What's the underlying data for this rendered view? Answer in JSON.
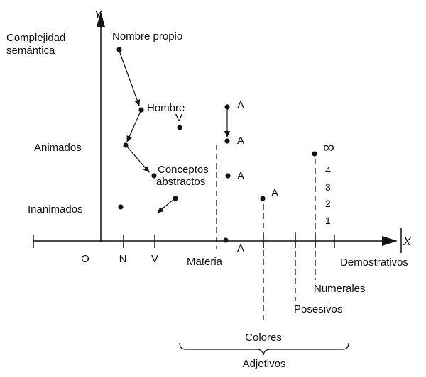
{
  "axes": {
    "y_letter": "Y",
    "x_letter": "X",
    "y_title_line1": "Complejidad",
    "y_title_line2": "semántica",
    "origin": "O"
  },
  "y_levels": {
    "animados": "Animados",
    "inanimados": "Inanimados"
  },
  "x_ticks": {
    "n": "N",
    "v": "V",
    "materia": "Materia",
    "demostrativos": "Demostrativos"
  },
  "nouns": {
    "nombre_propio": "Nombre propio",
    "hombre": "Hombre",
    "conceptos_line1": "Conceptos",
    "conceptos_line2": "abstractos",
    "verb_v": "V"
  },
  "adjective_points": {
    "a": "A"
  },
  "numerals_scale": {
    "infinity": "∞",
    "values": [
      "4",
      "3",
      "2",
      "1"
    ]
  },
  "categories": {
    "colores": "Colores",
    "posesivos": "Posesivos",
    "numerales": "Numerales",
    "adjetivos": "Adjetivos"
  }
}
